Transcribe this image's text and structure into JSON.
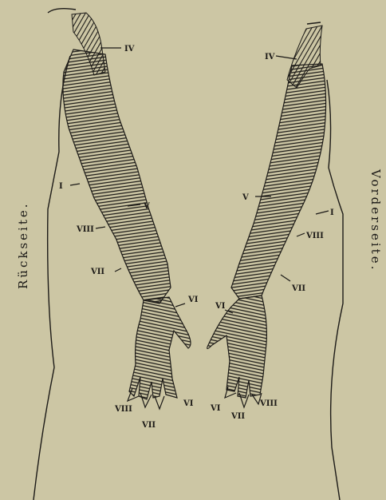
{
  "side_labels": {
    "back": "Rückseite.",
    "front": "Vorderseite."
  },
  "labels": {
    "left_IV": "IV",
    "left_I": "I",
    "left_V": "V",
    "left_VIII": "VIII",
    "left_VII": "VII",
    "left_VI": "VI",
    "left_finger_VIII": "VIII",
    "left_finger_VI": "VI",
    "left_finger_VII": "VII",
    "right_IV": "IV",
    "right_V": "V",
    "right_I": "I",
    "right_VIII": "VIII",
    "right_VII": "VII",
    "right_VI": "VI",
    "right_finger_VI": "VI",
    "right_finger_VIII": "VIII",
    "right_finger_VII": "VII"
  },
  "colors": {
    "paper": "#ccc6a4",
    "ink": "#1c1a17"
  }
}
